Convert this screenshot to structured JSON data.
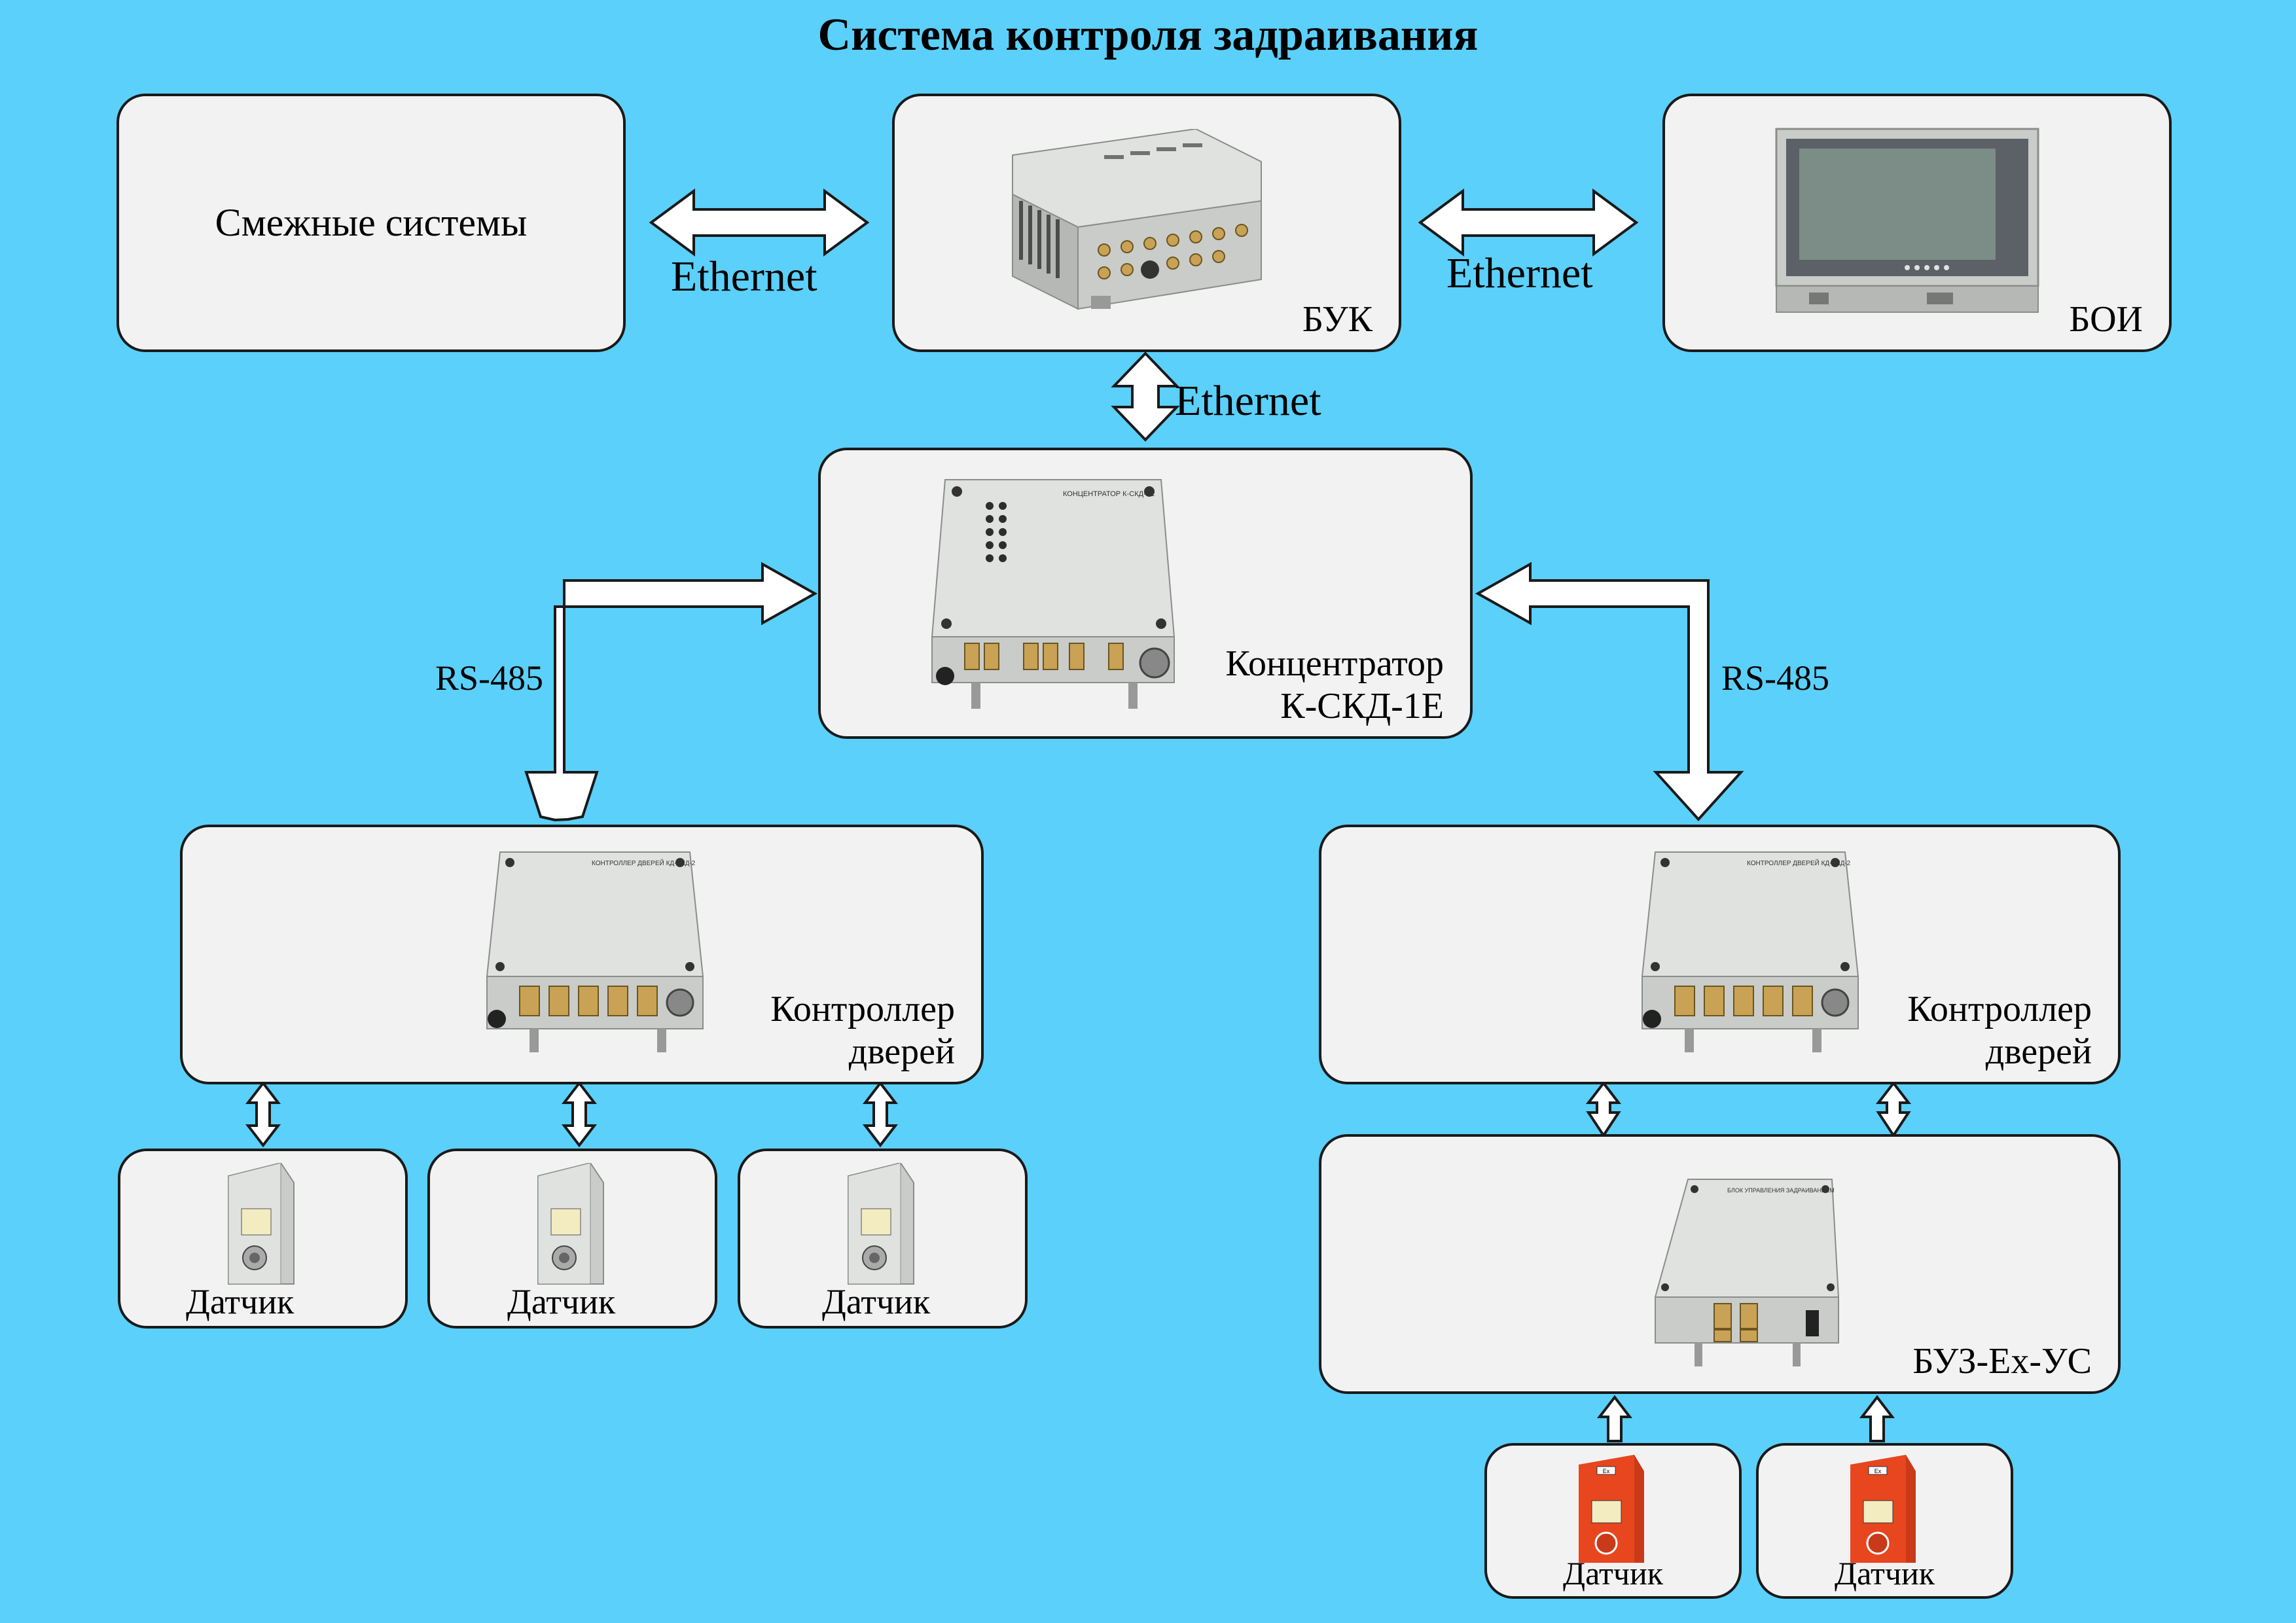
{
  "title": "Система контроля задраивания",
  "nodes": {
    "adjacent": "Смежные системы",
    "buk": "БУК",
    "boi": "БОИ",
    "concentrator_line1": "Концентратор",
    "concentrator_line2": "К-СКД-1Е",
    "controller_left_line1": "Контроллер",
    "controller_left_line2": "дверей",
    "controller_right_line1": "Контроллер",
    "controller_right_line2": "дверей",
    "buz": "БУЗ-Ex-УС",
    "sensors_left": [
      "Датчик",
      "Датчик",
      "Датчик"
    ],
    "sensors_right": [
      "Датчик",
      "Датчик"
    ]
  },
  "links": {
    "ethernet_left": "Ethernet",
    "ethernet_right": "Ethernet",
    "ethernet_down": "Ethernet",
    "rs485_left": "RS-485",
    "rs485_right": "RS-485"
  },
  "device_markings": {
    "concentrator_plate": "КОНЦЕНТРАТОР К-СКД-1Е",
    "controller_plate": "КОНТРОЛЛЕР ДВЕРЕЙ КД-СКД-2",
    "buz_plate": "БЛОК УПРАВЛЕНИЯ ЗАДРАИВАНИЕМ",
    "ex_badge": "Ex"
  },
  "colors": {
    "background": "#5bd0fa",
    "box_fill": "#f2f2f2",
    "device_gray": "#c9ccc8",
    "sensor_red": "#e8461f"
  }
}
